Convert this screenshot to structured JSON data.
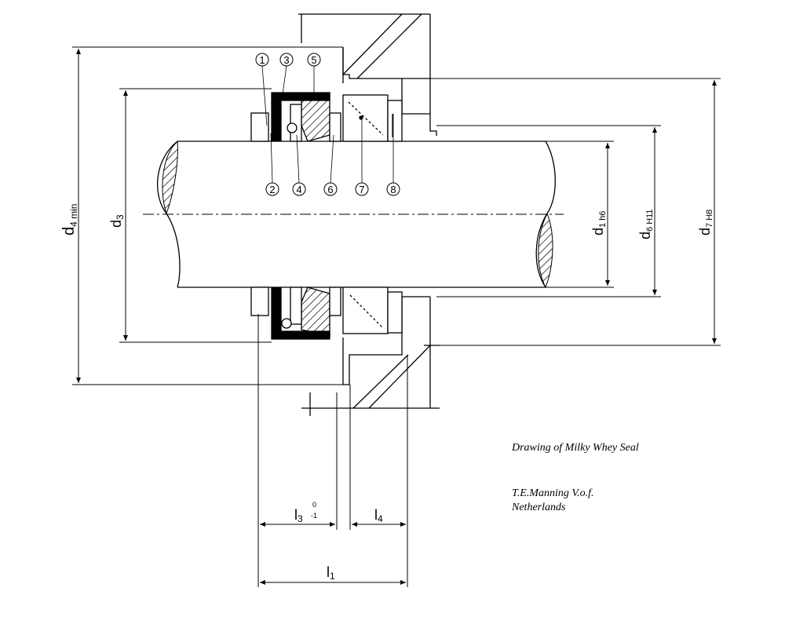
{
  "caption": {
    "title": "Drawing of Milky Whey Seal",
    "company": "T.E.Manning V.o.f.",
    "country": "Netherlands"
  },
  "part_numbers": [
    "1",
    "2",
    "3",
    "4",
    "5",
    "6",
    "7",
    "8"
  ],
  "dimensions": {
    "d4": {
      "base": "d",
      "sub": "4 min"
    },
    "d3": {
      "base": "d",
      "sub": "3"
    },
    "d1": {
      "base": "d",
      "sub": "1 h6"
    },
    "d6": {
      "base": "d",
      "sub": "6 H11"
    },
    "d7": {
      "base": "d",
      "sub": "7 H8"
    },
    "l3": {
      "base": "l",
      "sub": "3",
      "tol_upper": "0",
      "tol_lower": "-1"
    },
    "l4": {
      "base": "l",
      "sub": "4"
    },
    "l1": {
      "base": "l",
      "sub": "1"
    }
  }
}
